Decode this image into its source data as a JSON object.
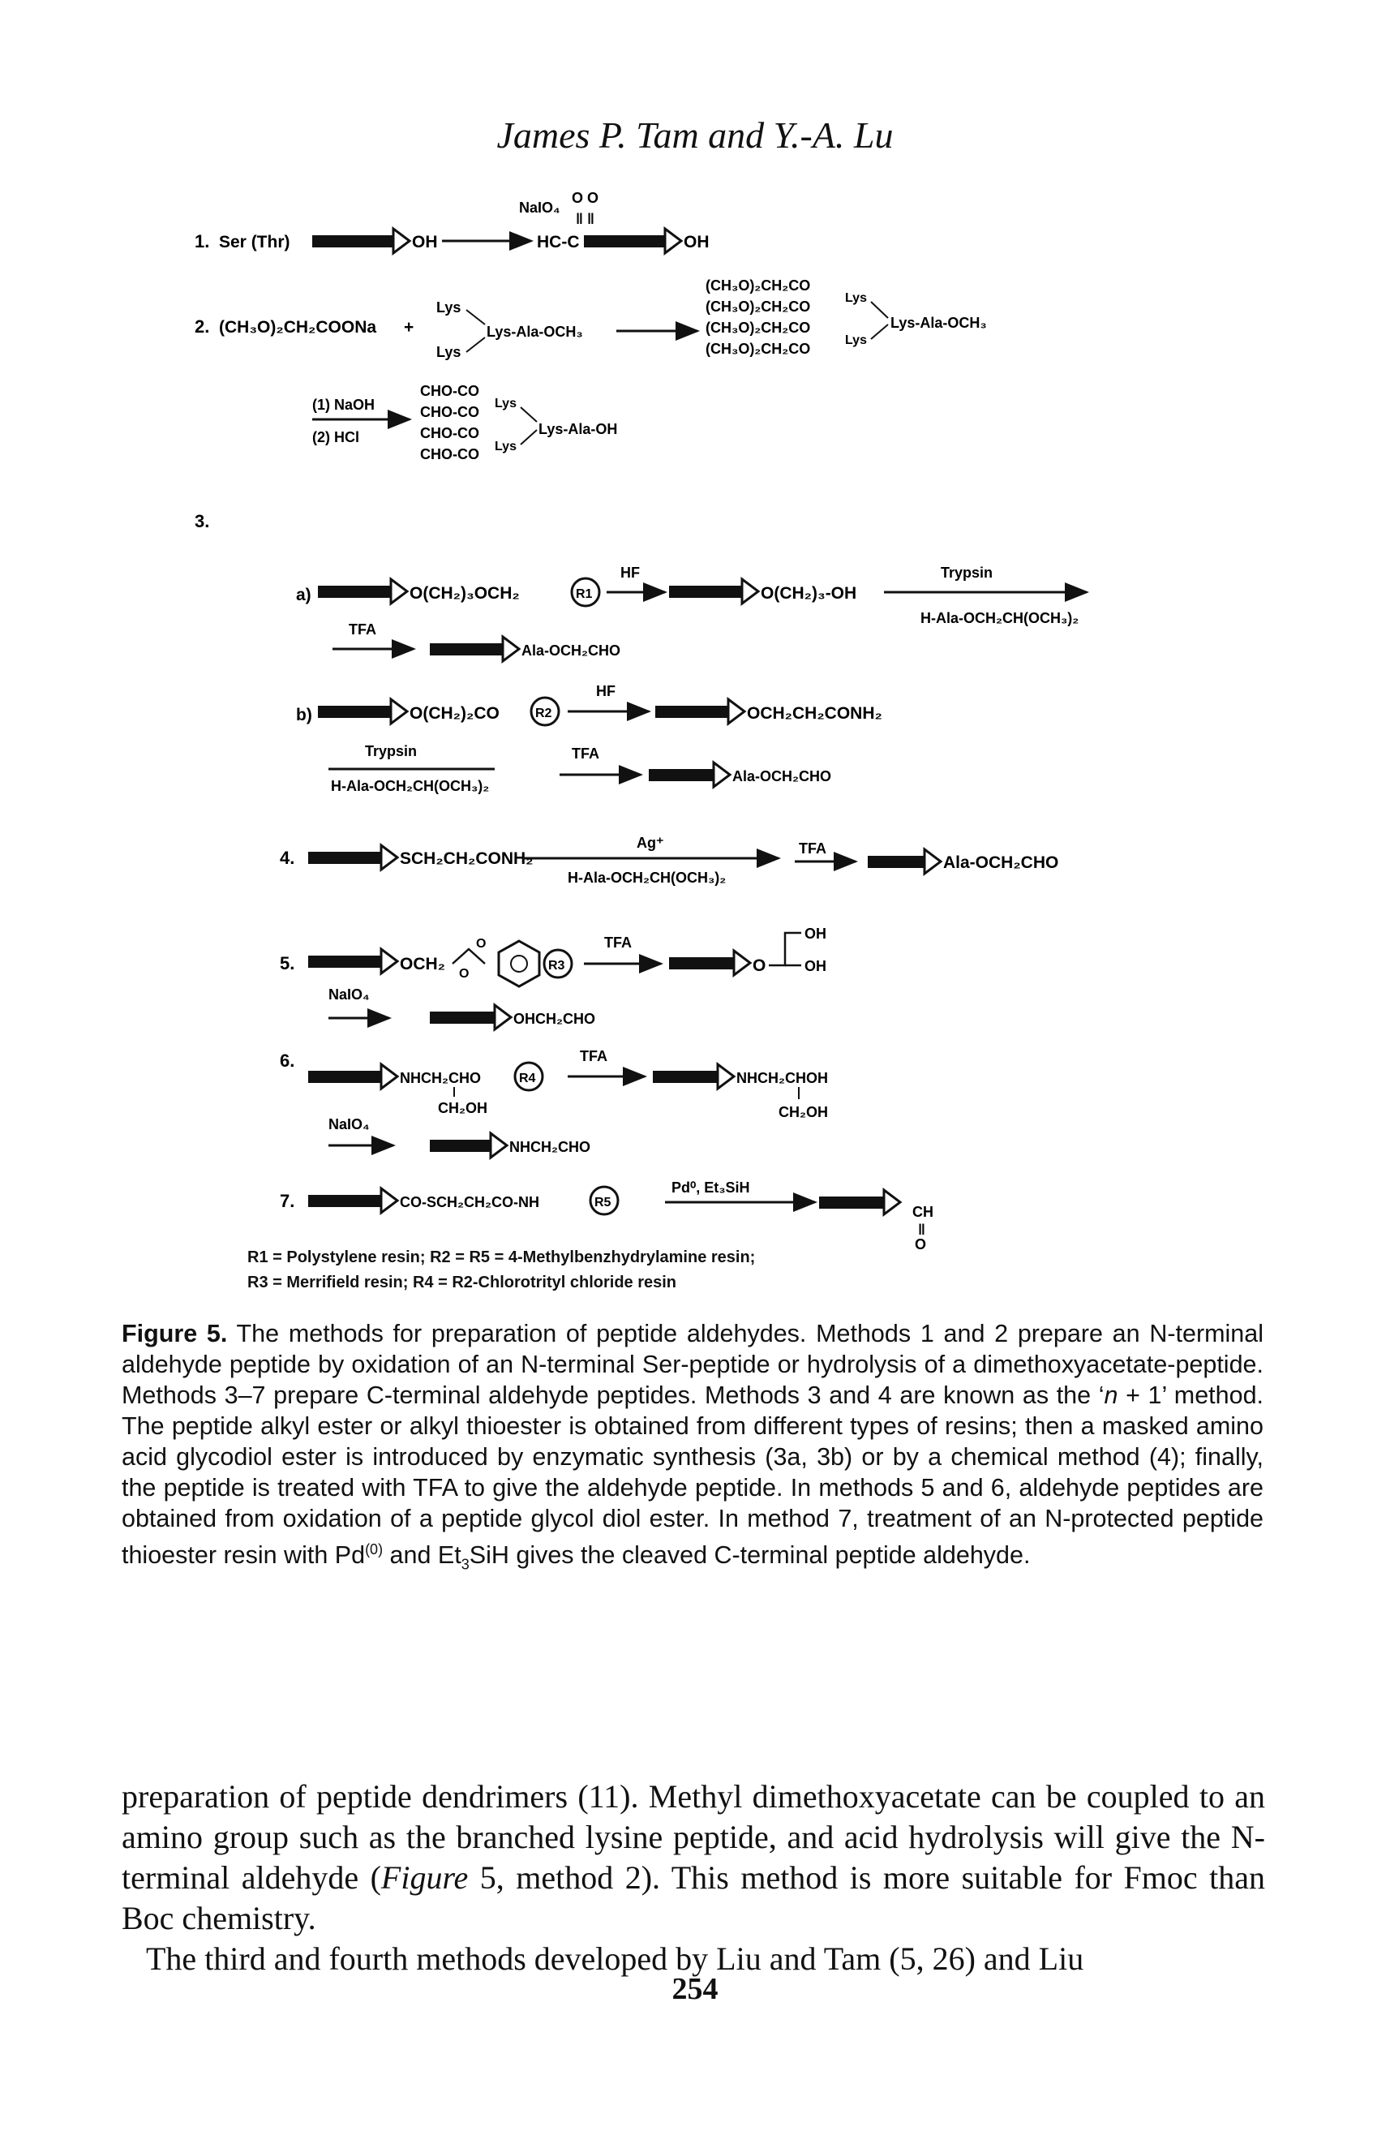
{
  "header": {
    "running_head": "James P. Tam and Y.-A. Lu"
  },
  "scheme": {
    "m1": {
      "num": "1.",
      "start": "Ser (Thr)",
      "oh": "OH",
      "naio4": "NaIO₄",
      "oo": "O O",
      "bars": "‖ ‖",
      "hcc": "HC-C",
      "oh2": "OH"
    },
    "m2": {
      "num": "2.",
      "reagent": "(CH₃O)₂CH₂COONa",
      "plus": "+",
      "lys_a": "Lys",
      "lys_b": "Lys",
      "lys_core": "Lys-Ala-OCH₃",
      "prod": [
        "(CH₃O)₂CH₂CO",
        "(CH₃O)₂CH₂CO",
        "(CH₃O)₂CH₂CO",
        "(CH₃O)₂CH₂CO"
      ],
      "prod_lys_a": "Lys",
      "prod_lys_b": "Lys",
      "prod_core": "Lys-Ala-OCH₃",
      "step1": "(1) NaOH",
      "step2": "(2) HCl",
      "final": [
        "CHO-CO",
        "CHO-CO",
        "CHO-CO",
        "CHO-CO"
      ],
      "final_lys_a": "Lys",
      "final_lys_b": "Lys",
      "final_core": "Lys-Ala-OH"
    },
    "m3": {
      "num": "3.",
      "a_label": "a)",
      "a_linker": "O(CH₂)₃OCH₂",
      "r1": "R1",
      "hf": "HF",
      "a_prod": "O(CH₂)₃-OH",
      "trypsin": "Trypsin",
      "a_reagent": "H-Ala-OCH₂CH(OCH₃)₂",
      "tfa": "TFA",
      "a_final": "Ala-OCH₂CHO",
      "b_label": "b)",
      "b_linker": "O(CH₂)₂CO",
      "r2": "R2",
      "b_hf": "HF",
      "b_prod": "OCH₂CH₂CONH₂",
      "b_trypsin": "Trypsin",
      "b_reagent": "H-Ala-OCH₂CH(OCH₃)₂",
      "b_tfa": "TFA",
      "b_final": "Ala-OCH₂CHO"
    },
    "m4": {
      "num": "4.",
      "linker": "SCH₂CH₂CONH₂",
      "ag": "Ag⁺",
      "reagent": "H-Ala-OCH₂CH(OCH₃)₂",
      "tfa": "TFA",
      "final": "Ala-OCH₂CHO"
    },
    "m5": {
      "num": "5.",
      "linker": "OCH₂",
      "o_a": "O",
      "o_b": "O",
      "r3": "R3",
      "tfa": "TFA",
      "o": "O",
      "oh_a": "OH",
      "oh_b": "OH",
      "naio4": "NaIO₄",
      "final": "OHCH₂CHO"
    },
    "m6": {
      "num": "6.",
      "linker": "NHCH₂CHO",
      "r4": "R4",
      "ch2oh": "CH₂OH",
      "tfa": "TFA",
      "prod": "NHCH₂CHOH",
      "prod_ch2oh": "CH₂OH",
      "naio4": "NaIO₄",
      "final": "NHCH₂CHO"
    },
    "m7": {
      "num": "7.",
      "linker": "CO-SCH₂CH₂CO-NH",
      "r5": "R5",
      "reagent": "Pd⁰, Et₃SiH",
      "ch": "CH",
      "dbl": "‖",
      "o": "O"
    }
  },
  "legend": {
    "line1": "R1 = Polystylene resin; R2 = R5 = 4-Methylbenzhydrylamine resin;",
    "line2": "R3 = Merrifield resin; R4 = R2-Chlorotrityl chloride resin"
  },
  "caption": {
    "label": "Figure 5.",
    "part1": " The methods for preparation of peptide aldehydes. Methods 1 and 2 prepare an N-terminal aldehyde peptide by oxidation of an N-terminal Ser-peptide or hydrolysis of a dimethoxyacetate-peptide. Methods 3–7 prepare C-terminal aldehyde peptides. Methods 3 and 4 are known as the ‘",
    "n_var": "n",
    "part2": " + 1’ method. The peptide alkyl ester or alkyl thioester is obtained from different types of resins; then a masked amino acid glycodiol ester is introduced by enzymatic synthesis (3a, 3b) or by a chemical method (4); finally, the peptide is treated with TFA to give the aldehyde peptide. In methods 5 and 6, aldehyde peptides are obtained from oxidation of a peptide glycol diol ester. In method 7, treatment of an N-protected peptide thioester resin with Pd",
    "sup": "(0)",
    "part3": " and Et",
    "sub3": "3",
    "part4": "SiH gives the cleaved C-terminal peptide aldehyde."
  },
  "body": {
    "p1a": "preparation of peptide dendrimers (11). Methyl dimethoxyacetate can be coupled to an amino group such as the branched lysine peptide, and acid hydrolysis will give the N-terminal aldehyde (",
    "p1_fig": "Figure",
    "p1b": " 5, method 2). This method is more suitable for Fmoc than Boc chemistry.",
    "p2": "The third and fourth methods developed by Liu and Tam (5, 26) and Liu"
  },
  "page_number": "254"
}
